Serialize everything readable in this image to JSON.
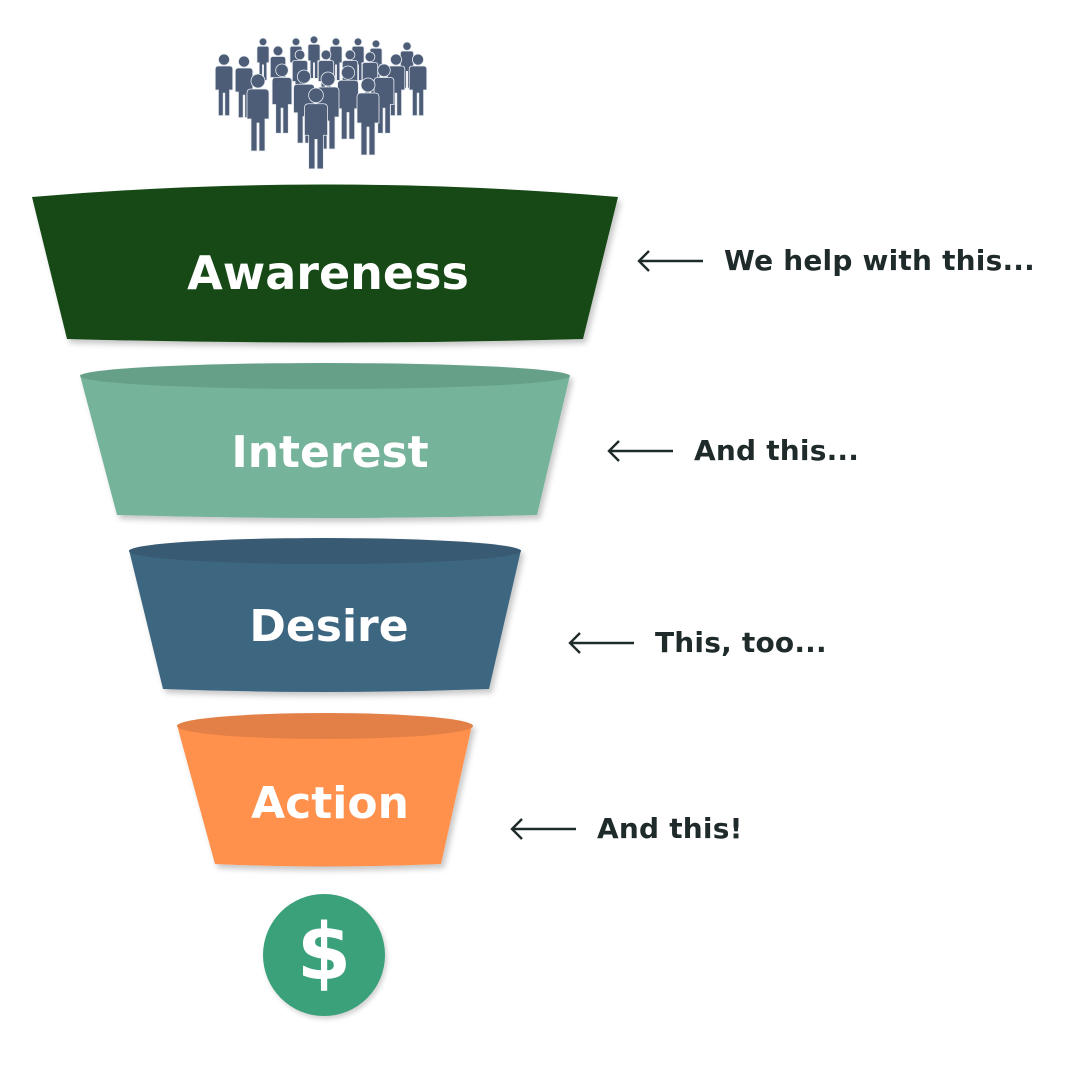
{
  "crowd_icon": "people-crowd-icon",
  "stages": [
    {
      "label": "Awareness",
      "callout": "We help with this...",
      "color": "#134a14",
      "rim_color": "#134a14",
      "arrow_icon": "left-arrow-icon"
    },
    {
      "label": "Interest",
      "callout": "And this...",
      "color": "#74b39a",
      "rim_color": "#66a088",
      "arrow_icon": "left-arrow-icon"
    },
    {
      "label": "Desire",
      "callout": "This, too...",
      "color": "#3e6680",
      "rim_color": "#395a72",
      "arrow_icon": "left-arrow-icon"
    },
    {
      "label": "Action",
      "callout": "And this!",
      "color": "#ff914d",
      "rim_color": "#e38046",
      "arrow_icon": "left-arrow-icon"
    }
  ],
  "result": {
    "symbol": "$",
    "icon": "dollar-coin-icon",
    "color": "#3aa17a"
  },
  "colors": {
    "people": "#4d5d78",
    "callout_text": "#1f2a2a",
    "arrow": "#1f2a2a"
  }
}
